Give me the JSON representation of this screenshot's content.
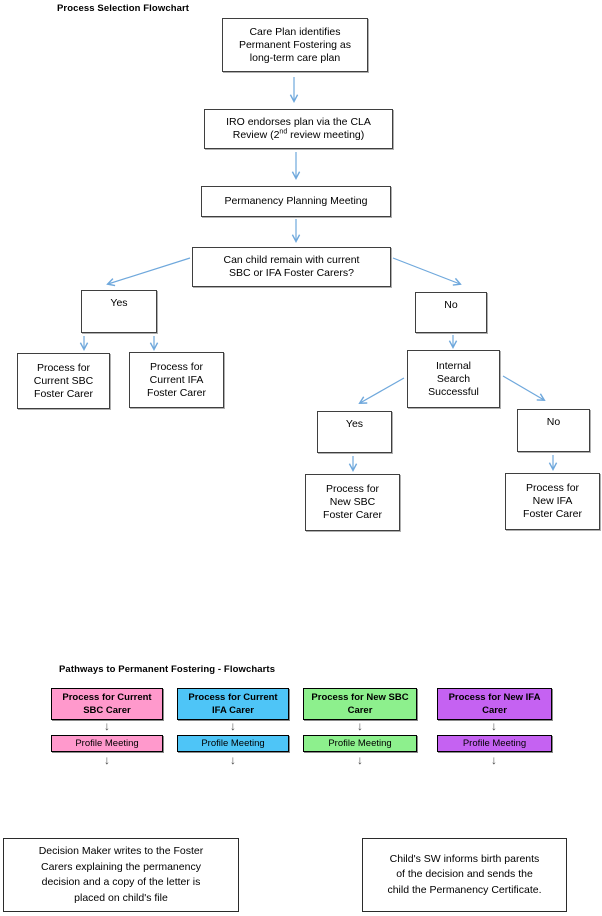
{
  "flowchart": {
    "title": "Process Selection Flowchart",
    "nodes": {
      "care_plan": "Care Plan identifies\nPermanent Fostering as\nlong-term care plan",
      "iro_line1": "IRO endorses plan via the CLA",
      "iro_line2_pre": "Review (2",
      "iro_sup": "nd",
      "iro_line2_post": " review meeting)",
      "ppm": "Permanency Planning Meeting",
      "can_remain": "Can child remain with current\nSBC or IFA Foster Carers?",
      "yes1": "Yes",
      "no1": "No",
      "proc_cur_sbc": "Process for\nCurrent SBC\nFoster Carer",
      "proc_cur_ifa": "Process for\nCurrent IFA\nFoster Carer",
      "internal_search": "Internal\nSearch\nSuccessful",
      "yes2": "Yes",
      "no2": "No",
      "proc_new_sbc": "Process for\nNew SBC\nFoster Carer",
      "proc_new_ifa": "Process for\nNew IFA\nFoster Carer"
    }
  },
  "pathways": {
    "title": "Pathways to Permanent Fostering - Flowcharts",
    "arrow_glyph": "↓",
    "columns": [
      {
        "header": "Process for Current\nSBC Carer",
        "step": "Profile Meeting",
        "color": "#FF99CC"
      },
      {
        "header": "Process for Current\nIFA Carer",
        "step": "Profile Meeting",
        "color": "#4EC5F7"
      },
      {
        "header": "Process for New SBC\nCarer",
        "step": "Profile Meeting",
        "color": "#8DF08D"
      },
      {
        "header": "Process for New IFA\nCarer",
        "step": "Profile Meeting",
        "color": "#C562F2"
      }
    ]
  },
  "notes": {
    "decision_maker": "Decision Maker writes to the Foster\nCarers explaining the permanency\ndecision and a copy of the letter is\nplaced on child's file",
    "childs_sw": "Child's SW informs birth parents\nof the decision and sends the\nchild the Permanency Certificate."
  },
  "colors": {
    "connector_blue": "#6FA8DC",
    "box_border": "#3f3f3f"
  }
}
